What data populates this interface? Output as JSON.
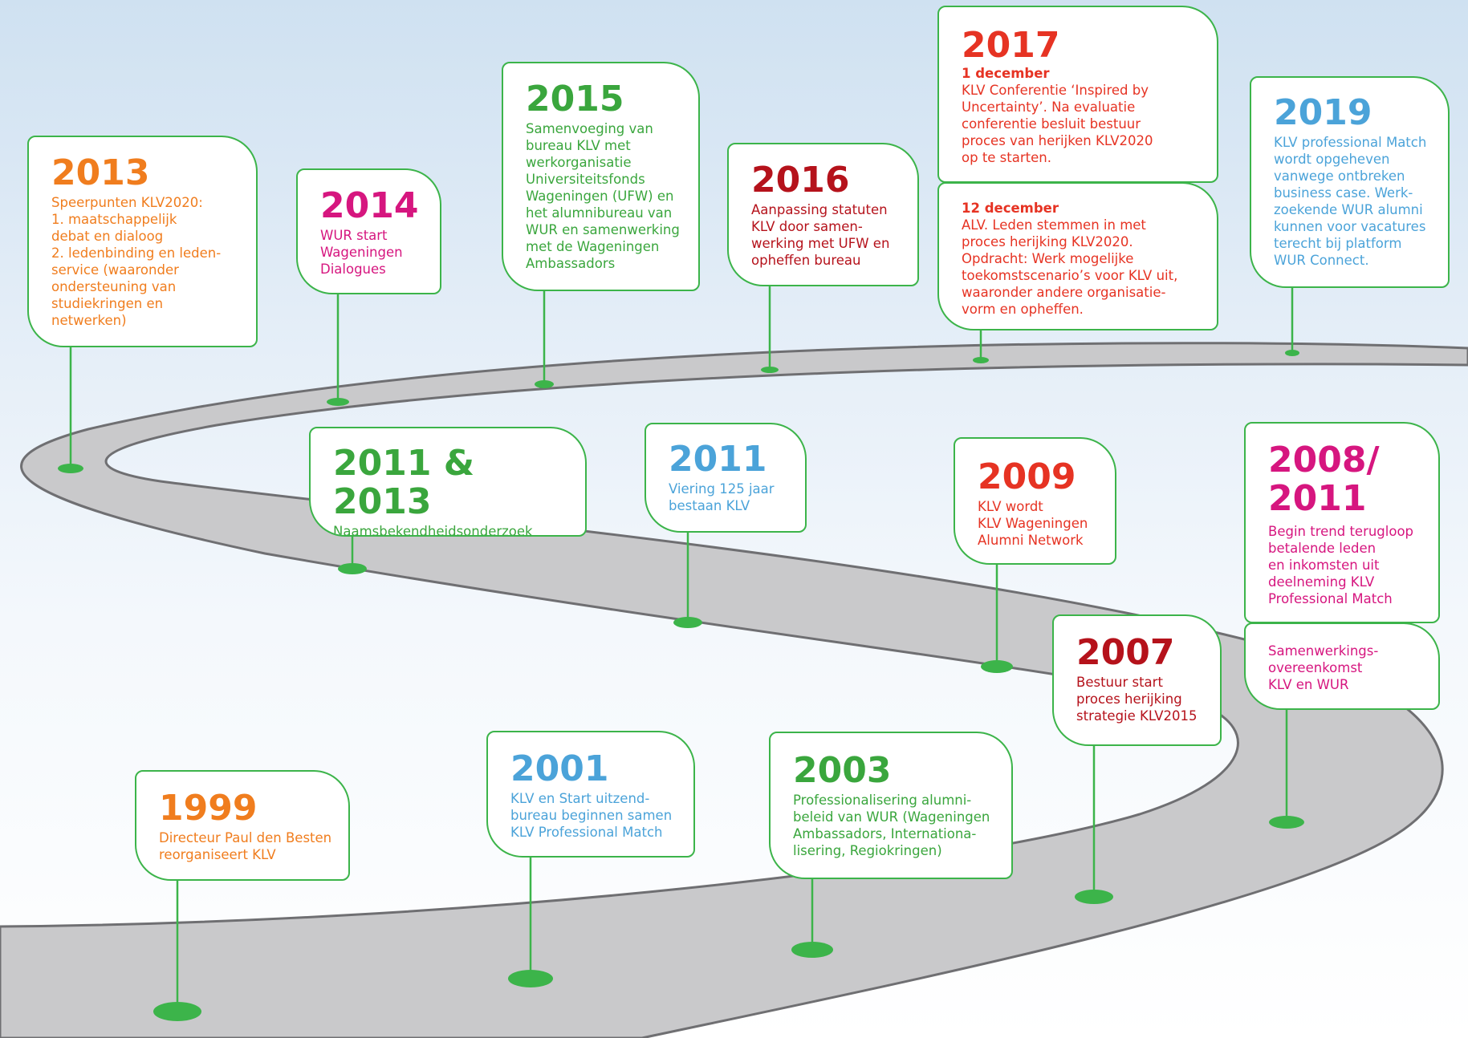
{
  "colors": {
    "road": "#c9c9cb",
    "road_edge": "#6f6f72",
    "marker": "#3cb44a",
    "orange": "#f07d1e",
    "magenta": "#d6167f",
    "green": "#3aa63d",
    "darkred": "#b5121b",
    "red": "#e63323",
    "blue": "#4ba3d9"
  },
  "milestones": {
    "m2013a": {
      "year": "2013",
      "text": "Speerpunten KLV2020:\n1. maatschappelijk\n     debat en dialoog\n2. ledenbinding en leden-\n     service (waaronder\n     ondersteuning van\n     studiekringen en\n     netwerken)"
    },
    "m2014": {
      "year": "2014",
      "text": "WUR start\nWageningen\nDialogues"
    },
    "m2015": {
      "year": "2015",
      "text": "Samenvoeging van\nbureau KLV met\nwerkorganisatie\nUniversiteitsfonds\nWageningen (UFW) en\nhet alumnibureau van\nWUR en samenwerking\nmet de Wageningen\nAmbassadors"
    },
    "m2016": {
      "year": "2016",
      "text": "Aanpassing statuten\nKLV door samen-\nwerking met UFW en\nopheffen bureau"
    },
    "m2017": {
      "year": "2017",
      "sub1": "1 december",
      "text1": "KLV Conferentie ‘Inspired by\nUncertainty’. Na evaluatie\nconferentie besluit bestuur\nproces van herijken KLV2020\nop te starten.",
      "sub2": "12 december",
      "text2": "ALV. Leden stemmen in met\nproces herijking KLV2020.\nOpdracht: Werk mogelijke\ntoekomstscenario’s voor KLV uit,\nwaaronder andere organisatie-\nvorm en opheffen."
    },
    "m2019": {
      "year": "2019",
      "text": "KLV professional Match\nwordt opgeheven\nvanwege ontbreken\nbusiness case. Werk-\nzoekende WUR alumni\nkunnen voor vacatures\nterecht bij platform\nWUR Connect."
    },
    "m2011b": {
      "year": "2011 & 2013",
      "text": "Naamsbekendheidsonderzoek\nen rondetafelgesprekken"
    },
    "m2011": {
      "year": "2011",
      "text": "Viering 125 jaar\nbestaan KLV"
    },
    "m2009": {
      "year": "2009",
      "text": "KLV wordt\nKLV Wageningen\nAlumni Network"
    },
    "m2008": {
      "year": "2008/\n2011",
      "text": "Begin trend terugloop\nbetalende leden\nen inkomsten uit\ndeelneming KLV\nProfessional Match",
      "text2": "Samenwerkings-\novereenkomst\nKLV en WUR"
    },
    "m2007": {
      "year": "2007",
      "text": "Bestuur start\nproces herijking\nstrategie KLV2015"
    },
    "m1999": {
      "year": "1999",
      "text": "Directeur Paul den Besten\nreorganiseert KLV"
    },
    "m2001": {
      "year": "2001",
      "text": "KLV en Start uitzend-\nbureau beginnen samen\nKLV Professional Match"
    },
    "m2003": {
      "year": "2003",
      "text": "Professionalisering alumni-\nbeleid van WUR (Wageningen\nAmbassadors, Internationa-\nlisering, Regiokringen)"
    }
  }
}
